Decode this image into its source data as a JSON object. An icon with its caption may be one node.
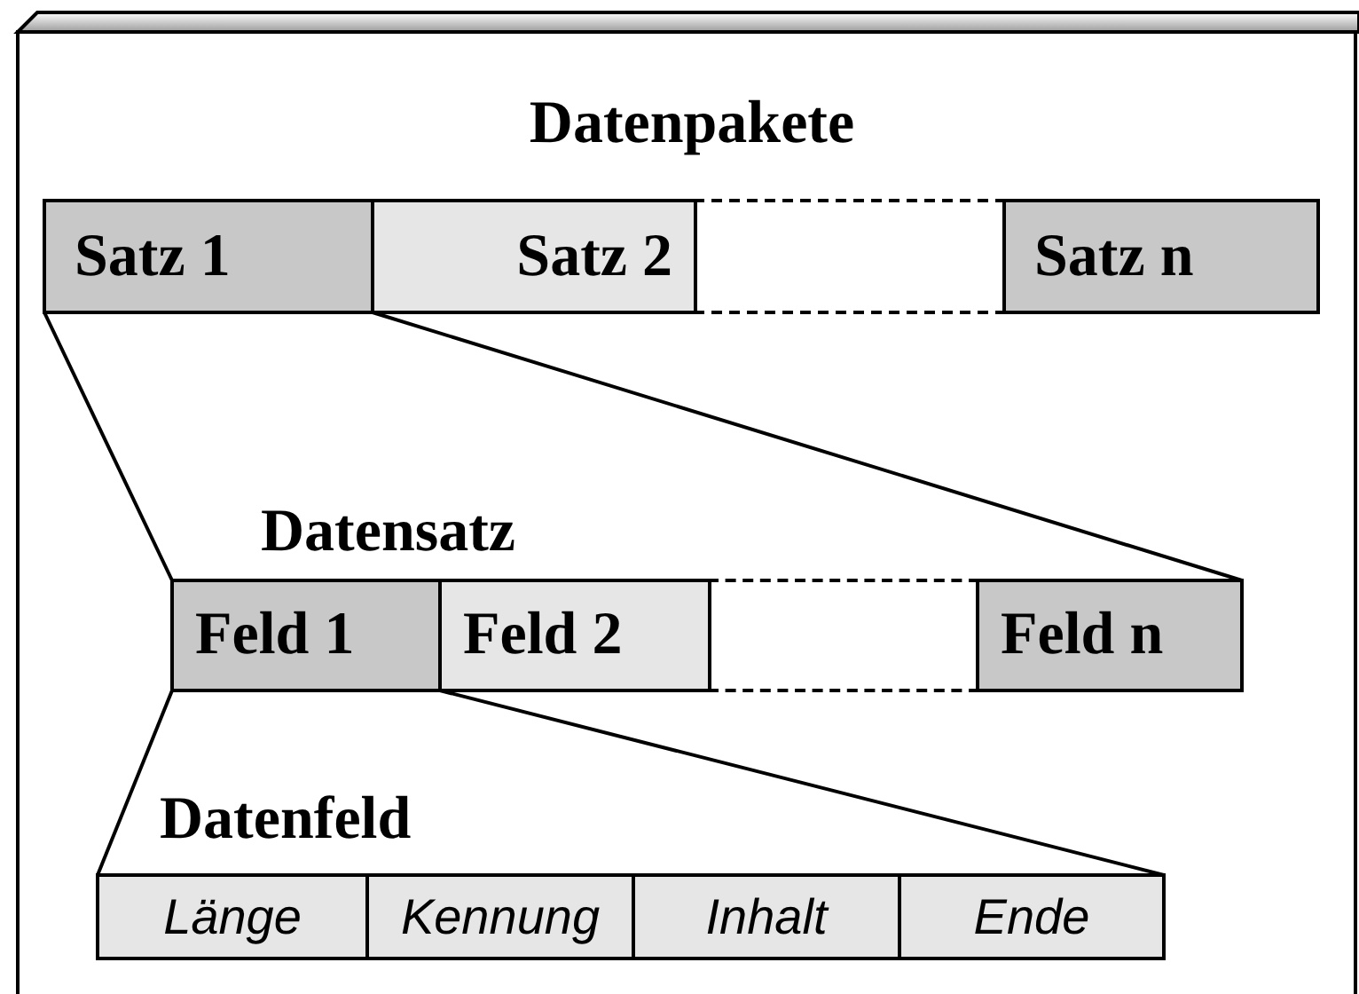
{
  "diagram": {
    "nodes": [
      {
        "text": [
          "Satz 1"
        ]
      },
      {
        "text": [
          "Satz 2"
        ]
      },
      {
        "text": [],
        "shape": "box"
      },
      {
        "text": [
          "Satz n"
        ]
      },
      {
        "text": [
          "Feld 1"
        ]
      },
      {
        "text": [
          "Feld 2"
        ]
      },
      {
        "text": [],
        "shape": "box"
      },
      {
        "text": [
          "Feld n"
        ]
      },
      {
        "text": [
          "Länge"
        ]
      },
      {
        "text": [
          "Kennung"
        ]
      },
      {
        "text": [
          "Inhalt"
        ]
      },
      {
        "text": [
          "Ende"
        ]
      }
    ],
    "edges": [
      {
        "from": 0,
        "to": 4,
        "arrow": "none"
      },
      {
        "from": 0,
        "to": 7,
        "arrow": "none"
      },
      {
        "from": 4,
        "to": 8,
        "arrow": "none"
      },
      {
        "from": 4,
        "to": 11,
        "arrow": "none"
      }
    ],
    "labels": [
      "Datenpakete",
      "Datensatz",
      "Datenfeld"
    ]
  }
}
